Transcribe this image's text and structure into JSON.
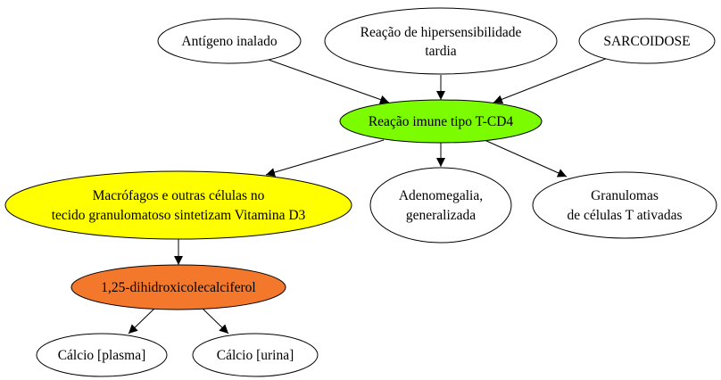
{
  "colors": {
    "background": "#ffffff",
    "stroke": "#000000",
    "green": "#7cfc00",
    "yellow": "#ffff00",
    "orange": "#f4782c",
    "white": "#ffffff"
  },
  "nodes": {
    "antigeno": {
      "lines": [
        "Antígeno inalado"
      ]
    },
    "hipersens": {
      "lines": [
        "Reação de hipersensibilidade",
        "tardia"
      ]
    },
    "sarcoidose": {
      "lines": [
        "SARCOIDOSE"
      ]
    },
    "reacao_imune": {
      "lines": [
        "Reação imune tipo T-CD4"
      ]
    },
    "macrofagos": {
      "lines": [
        "Macrófagos e outras células no",
        "tecido granulomatoso sintetizam Vitamina D3"
      ]
    },
    "adenomegalia": {
      "lines": [
        "Adenomegalia,",
        "generalizada"
      ]
    },
    "granulomas": {
      "lines": [
        "Granulomas",
        "de células T ativadas"
      ]
    },
    "dihidroxi": {
      "lines": [
        "1,25-dihidroxicolecalciferol"
      ]
    },
    "calcio_plasma": {
      "lines": [
        "Cálcio [plasma]"
      ]
    },
    "calcio_urina": {
      "lines": [
        "Cálcio [urina]"
      ]
    }
  }
}
